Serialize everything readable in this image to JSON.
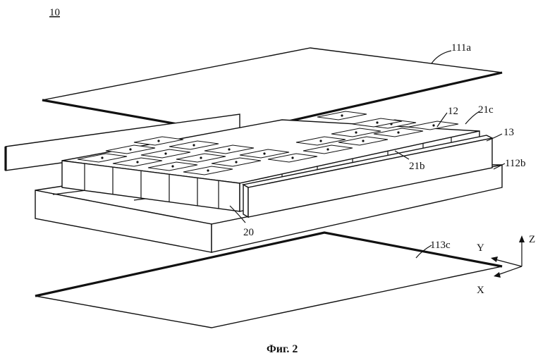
{
  "figure": {
    "reference": "10",
    "caption": "Фиг. 2",
    "labels": {
      "top_cover": "111a",
      "cell_top": "12",
      "cell_corner": "21c",
      "side_plate": "13",
      "base_plate": "112b",
      "cell_side": "21b",
      "module": "20",
      "bottom_cover": "113c"
    },
    "axes": {
      "x": "X",
      "y": "Y",
      "z": "Z"
    }
  }
}
